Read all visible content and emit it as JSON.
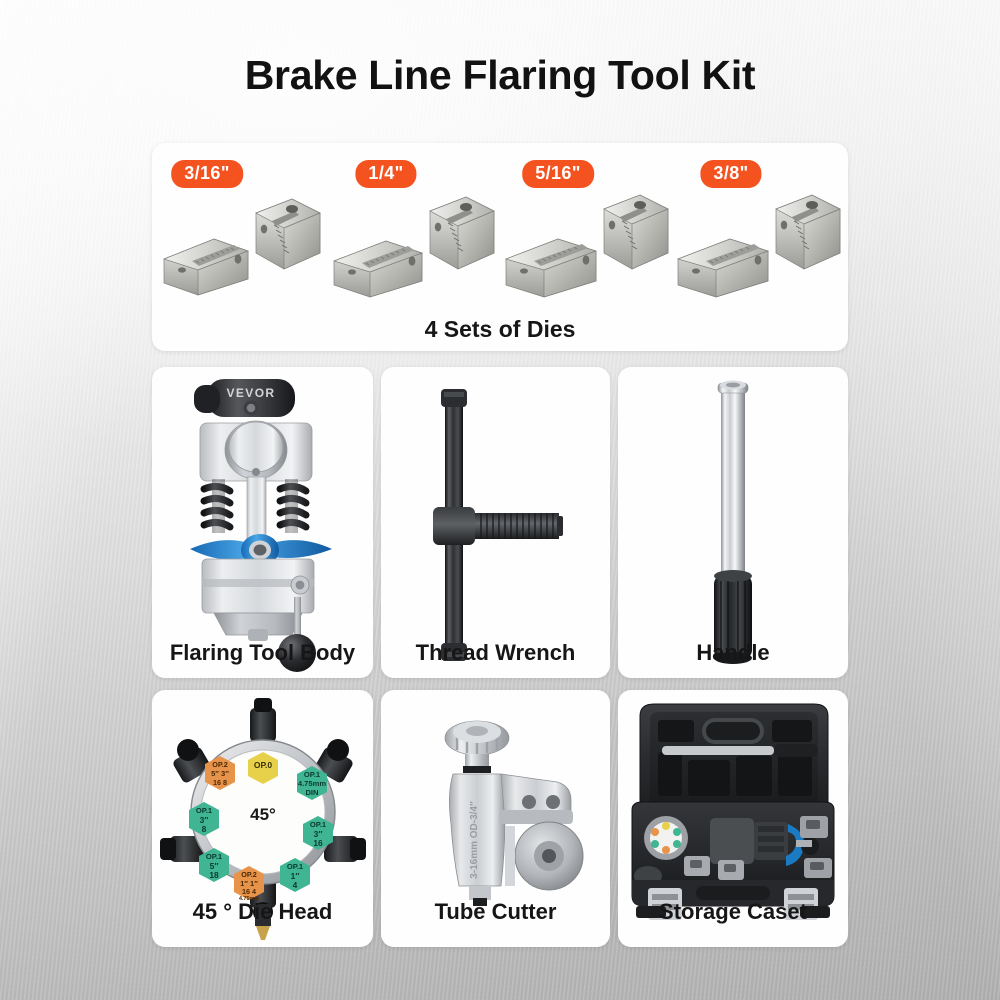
{
  "header": {
    "title": "Brake Line Flaring Tool Kit"
  },
  "theme": {
    "badge_color": "#f4531f",
    "badge_text_color": "#ffffff",
    "card_color": "#fefefe",
    "text_color": "#161616",
    "accent_blue": "#1c7ecb",
    "steel_light": "#dcdcdc",
    "steel_dark": "#8d8d8d",
    "black_part": "#2b2b2b"
  },
  "dies_section": {
    "caption": "4 Sets of Dies",
    "sets": [
      {
        "size": "3/16\"",
        "name": "die-set-3-16"
      },
      {
        "size": "1/4\"",
        "name": "die-set-1-4"
      },
      {
        "size": "5/16\"",
        "name": "die-set-5-16"
      },
      {
        "size": "3/8\"",
        "name": "die-set-3-8"
      }
    ]
  },
  "parts": [
    {
      "caption": "Flaring Tool Body",
      "brand": "VEVOR",
      "icon": "flaring-tool-body-icon"
    },
    {
      "caption": "Thread Wrench",
      "icon": "thread-wrench-icon"
    },
    {
      "caption": "Handle",
      "icon": "handle-icon"
    },
    {
      "caption": "45 ° Die Head",
      "icon": "die-head-icon"
    },
    {
      "caption": "Tube Cutter",
      "icon": "tube-cutter-icon"
    },
    {
      "caption": "Storage Caset",
      "icon": "storage-case-icon"
    }
  ],
  "die_head": {
    "center_label": "45°",
    "ports": [
      {
        "op": "OP.0",
        "line1": "",
        "line2": "",
        "color": "#e8d14a"
      },
      {
        "op": "OP.1",
        "line1": "4.75mm",
        "line2": "DIN",
        "color": "#3fb593"
      },
      {
        "op": "OP.1",
        "line1": "3″",
        "line2": "16",
        "color": "#3fb593"
      },
      {
        "op": "OP.1",
        "line1": "1″",
        "line2": "4",
        "color": "#3fb593"
      },
      {
        "op": "OP.2",
        "line1": "1″ 1″",
        "line2": "16  4",
        "color": "#e8934a"
      },
      {
        "op": "OP.1",
        "line1": "5″",
        "line2": "18",
        "color": "#3fb593"
      },
      {
        "op": "OP.1",
        "line1": "3″",
        "line2": "8",
        "color": "#3fb593"
      },
      {
        "op": "OP.2",
        "line1": "5″ 3″",
        "line2": "16  8",
        "color": "#e8934a"
      }
    ]
  },
  "tube_cutter": {
    "engraving": "3-16mm  OD-3/4\""
  }
}
